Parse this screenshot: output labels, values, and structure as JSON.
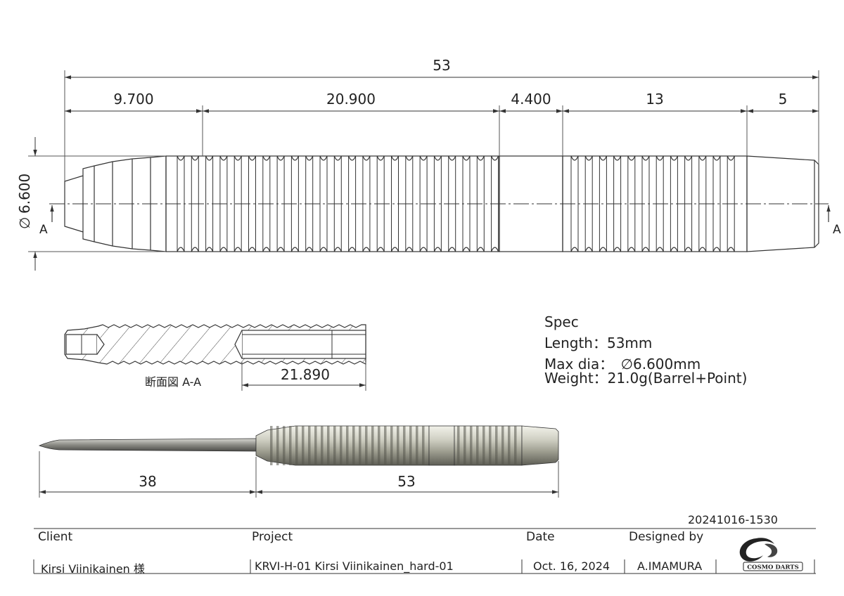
{
  "dimensions": {
    "overall_length": "53",
    "seg1": "9.700",
    "seg2": "20.900",
    "seg3": "4.400",
    "seg4": "13",
    "seg5": "5",
    "diameter": "6.600",
    "section_length": "21.890",
    "point_length": "38",
    "barrel_length": "53"
  },
  "section": {
    "label_a_left": "A",
    "label_a_right": "A",
    "caption": "断面図 A-A"
  },
  "spec": {
    "title": "Spec",
    "length": "Length：53mm",
    "max_dia_prefix": "Max dia：",
    "max_dia_value": "6.600mm",
    "weight": "Weight：21.0g(Barrel+Point)"
  },
  "title_block": {
    "doc_number": "20241016-1530",
    "client_label": "Client",
    "project_label": "Project",
    "date_label": "Date",
    "designer_label": "Designed by",
    "client_value": "Kirsi Viinikainen 様",
    "project_value": "KRVI-H-01 Kirsi Viinikainen_hard-01",
    "date_value": "Oct. 16, 2024",
    "designer_value": "A.IMAMURA",
    "logo_text": "COSMO DARTS"
  },
  "colors": {
    "line": "#333333",
    "metal_light": "#e6e6dc",
    "metal_dark": "#6e6e64"
  }
}
